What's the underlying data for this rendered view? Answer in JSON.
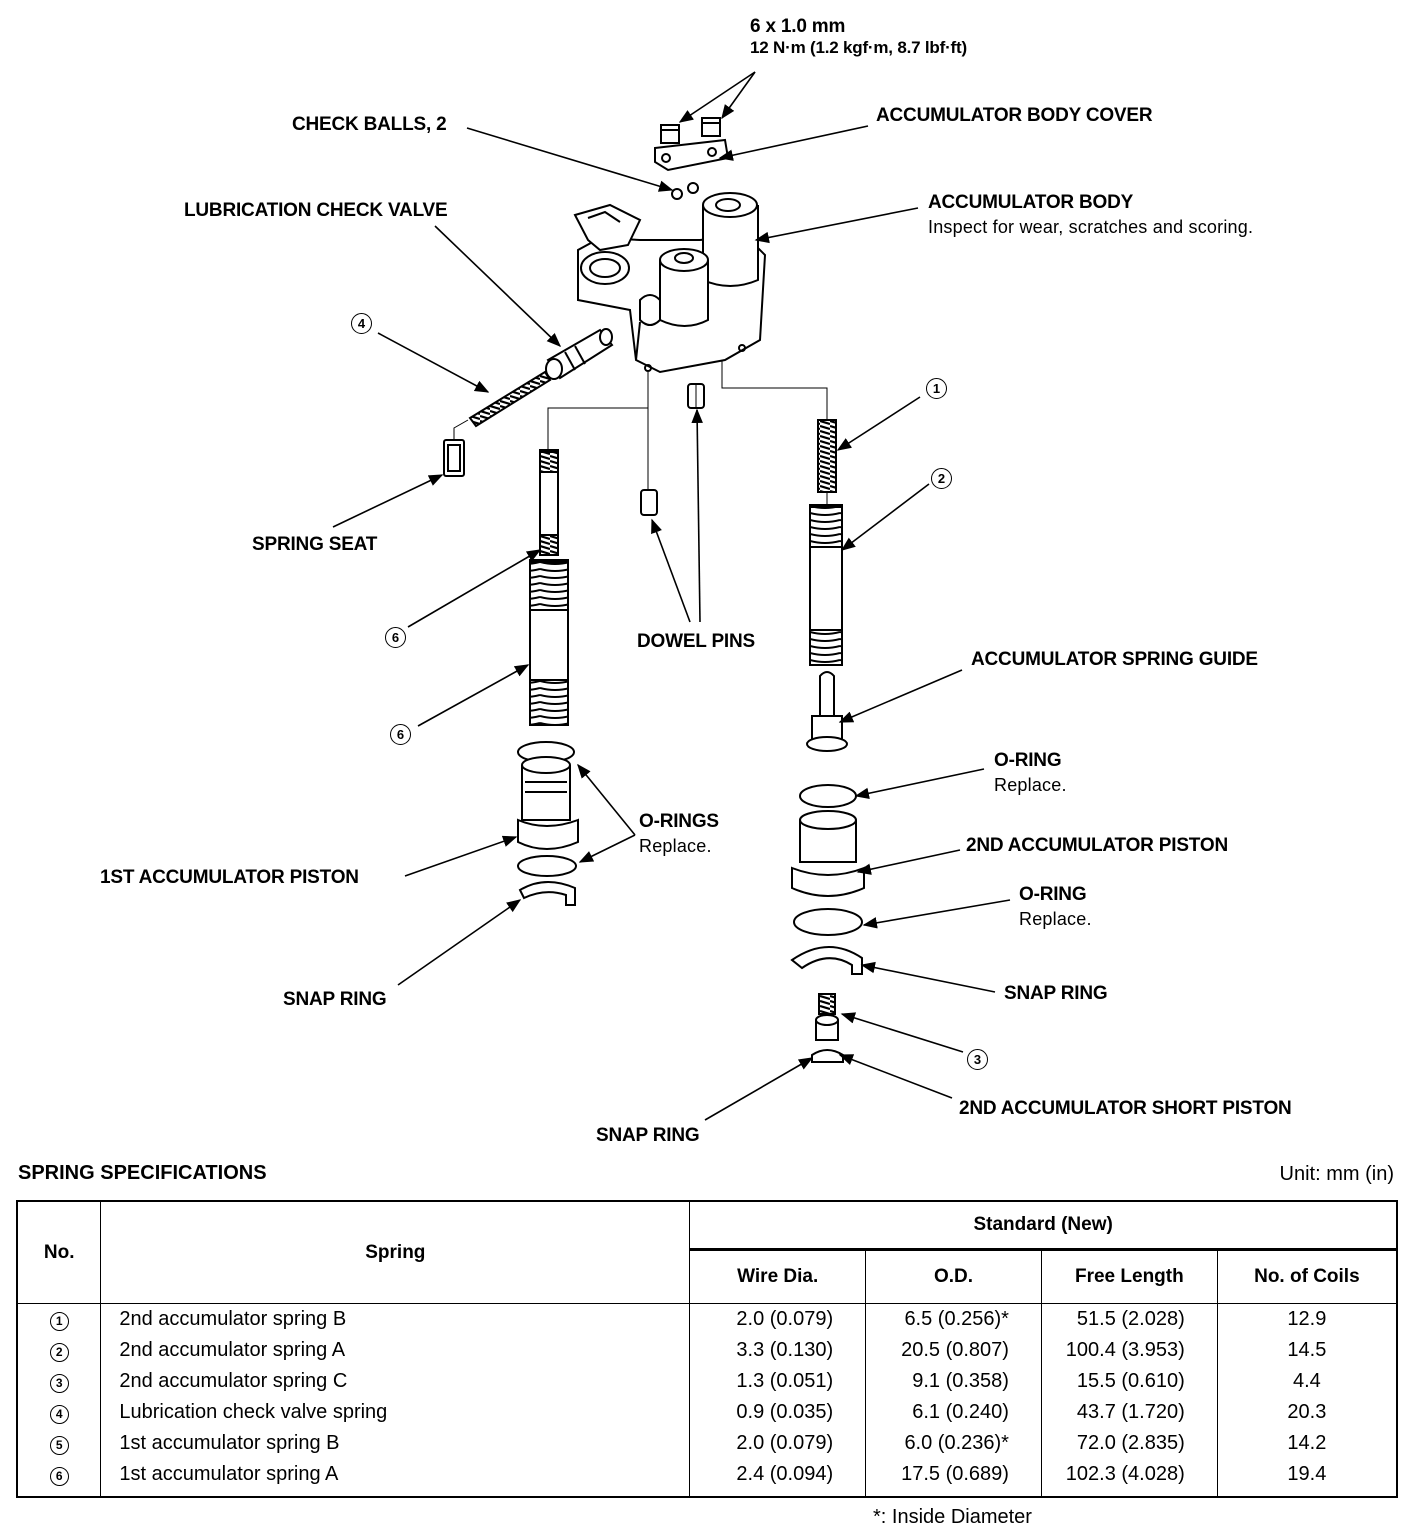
{
  "labels": {
    "bolt_size": "6 x 1.0 mm",
    "torque": "12 N·m (1.2 kgf·m, 8.7 lbf·ft)",
    "check_balls": "CHECK BALLS, 2",
    "accumulator_body_cover": "ACCUMULATOR BODY COVER",
    "lubrication_check_valve": "LUBRICATION CHECK VALVE",
    "accumulator_body": "ACCUMULATOR BODY",
    "accumulator_body_note": "Inspect for wear, scratches and scoring.",
    "spring_seat": "SPRING SEAT",
    "dowel_pins": "DOWEL PINS",
    "accumulator_spring_guide": "ACCUMULATOR SPRING GUIDE",
    "o_ring": "O-RING",
    "o_ring_note": "Replace.",
    "o_rings": "O-RINGS",
    "o_rings_note": "Replace.",
    "second_accumulator_piston": "2ND ACCUMULATOR PISTON",
    "first_accumulator_piston": "1ST ACCUMULATOR PISTON",
    "o_ring_2": "O-RING",
    "o_ring_2_note": "Replace.",
    "snap_ring_left": "SNAP RING",
    "snap_ring_right": "SNAP RING",
    "snap_ring_bottom": "SNAP RING",
    "second_accumulator_short_piston": "2ND ACCUMULATOR SHORT PISTON",
    "callout_1": "1",
    "callout_2": "2",
    "callout_3": "3",
    "callout_4": "4",
    "callout_6a": "6",
    "callout_6b": "6"
  },
  "spec": {
    "title": "SPRING SPECIFICATIONS",
    "unit": "Unit: mm (in)",
    "headers": {
      "no": "No.",
      "spring": "Spring",
      "standard": "Standard (New)",
      "wire_dia": "Wire Dia.",
      "od": "O.D.",
      "free_length": "Free Length",
      "coils": "No. of Coils"
    },
    "rows": [
      {
        "no": "1",
        "name": "2nd accumulator spring B",
        "wire": "2.0 (0.079)",
        "od": "6.5 (0.256)*",
        "free": "51.5 (2.028)",
        "coils": "12.9"
      },
      {
        "no": "2",
        "name": "2nd accumulator spring A",
        "wire": "3.3 (0.130)",
        "od": "20.5 (0.807)",
        "free": "100.4 (3.953)",
        "coils": "14.5"
      },
      {
        "no": "3",
        "name": "2nd accumulator spring C",
        "wire": "1.3 (0.051)",
        "od": "9.1 (0.358)",
        "free": "15.5 (0.610)",
        "coils": "4.4"
      },
      {
        "no": "4",
        "name": "Lubrication check valve spring",
        "wire": "0.9 (0.035)",
        "od": "6.1 (0.240)",
        "free": "43.7 (1.720)",
        "coils": "20.3"
      },
      {
        "no": "5",
        "name": "1st accumulator spring B",
        "wire": "2.0 (0.079)",
        "od": "6.0 (0.236)*",
        "free": "72.0 (2.835)",
        "coils": "14.2"
      },
      {
        "no": "6",
        "name": "1st accumulator spring A",
        "wire": "2.4 (0.094)",
        "od": "17.5 (0.689)",
        "free": "102.3 (4.028)",
        "coils": "19.4"
      }
    ],
    "footnote": "*: Inside Diameter"
  }
}
